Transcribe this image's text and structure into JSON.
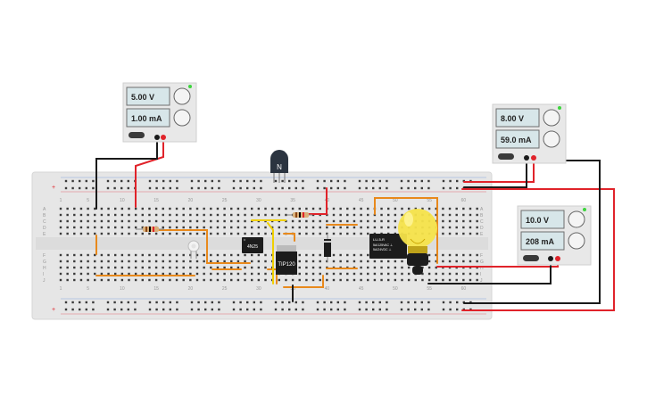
{
  "supplies": [
    {
      "voltage": "5.00 V",
      "current": "1.00 mA"
    },
    {
      "voltage": "8.00 V",
      "current": "59.0 mA"
    },
    {
      "voltage": "10.0 V",
      "current": "208 mA"
    }
  ],
  "components": {
    "transistor_label": "N",
    "optocoupler_label": "4N25",
    "power_transistor_label": "TIP120",
    "relay_label_1": "LU-5-R",
    "relay_label_2": "5A/125VAC ⊥",
    "relay_label_3": "5A/24VDC ⊥"
  },
  "breadboard": {
    "row_letters_top": [
      "A",
      "B",
      "C",
      "D",
      "E"
    ],
    "row_letters_bottom": [
      "F",
      "G",
      "H",
      "I",
      "J"
    ],
    "column_numbers": [
      "1",
      "5",
      "10",
      "15",
      "20",
      "25",
      "30",
      "35",
      "40",
      "45",
      "50",
      "55",
      "60"
    ]
  },
  "colors": {
    "breadboard": "#e6e6e6",
    "wire_red": "#e0232a",
    "wire_black": "#1a1a1a",
    "wire_orange": "#e8891c",
    "wire_yellow": "#f0d000",
    "bulb": "#f5e34a"
  }
}
